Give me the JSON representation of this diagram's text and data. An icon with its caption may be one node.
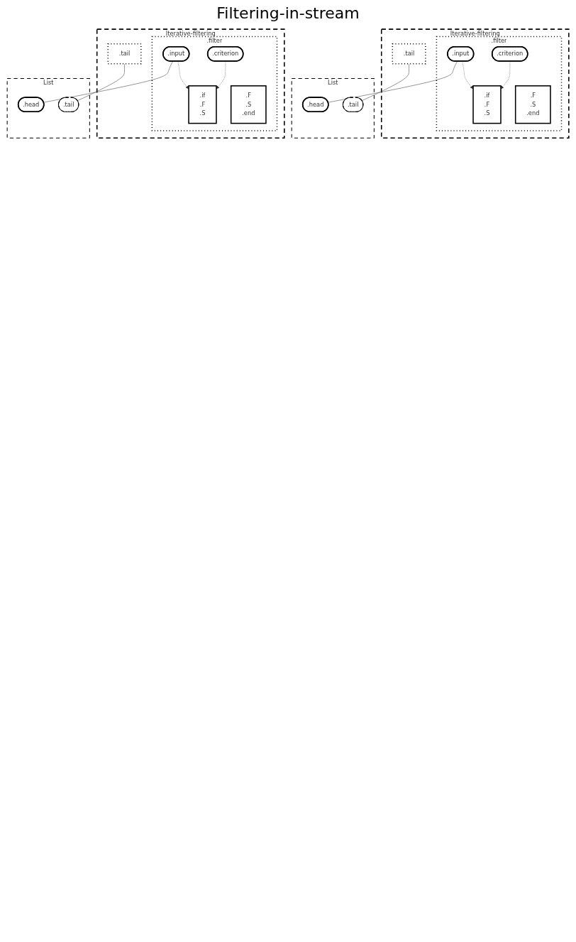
{
  "diagram": {
    "nodes": [
      {
        "text": [
          "Iterative-filtering"
        ]
      },
      {
        "text": [
          ".filter"
        ],
        "in": 0
      },
      {
        "text": [
          ".criterion"
        ],
        "in": 1
      },
      {
        "text": [
          ".input"
        ],
        "in": 1
      },
      {
        "text": [
          ".if",
          ".F",
          ".S"
        ],
        "in": 1
      },
      {
        "text": [
          ".F",
          ".S",
          ".end"
        ],
        "in": 1
      },
      {
        "text": [
          ".tail"
        ],
        "in": 0
      },
      {
        "text": [
          "List"
        ]
      },
      {
        "text": [
          ".head"
        ],
        "in": 7
      },
      {
        "text": [
          ".tail"
        ],
        "in": 7
      },
      {
        "text": [
          "Iterative-filtering"
        ]
      },
      {
        "text": [
          ".filter"
        ],
        "in": 10
      },
      {
        "text": [
          ".criterion"
        ],
        "in": 11
      },
      {
        "text": [
          ".input"
        ],
        "in": 11
      },
      {
        "text": [
          ".if",
          ".F",
          ".S"
        ],
        "in": 11
      },
      {
        "text": [
          ".F",
          ".S",
          ".end"
        ],
        "in": 11
      },
      {
        "text": [
          ".tail"
        ],
        "in": 10
      },
      {
        "text": [
          "List"
        ]
      },
      {
        "text": [
          ".head"
        ],
        "in": 17
      },
      {
        "text": [
          ".tail"
        ],
        "in": 17
      }
    ],
    "edges": [
      {
        "from": 2,
        "to": 4,
        "arrow": "to",
        "style": "dashed"
      },
      {
        "from": 3,
        "to": 4,
        "arrow": "to",
        "style": "dashed"
      },
      {
        "from": 3,
        "to": 8,
        "arrow": "none"
      },
      {
        "from": 6,
        "to": 9,
        "arrow": "none"
      },
      {
        "from": 12,
        "to": 14,
        "arrow": "to",
        "style": "dashed"
      },
      {
        "from": 13,
        "to": 14,
        "arrow": "to",
        "style": "dashed"
      },
      {
        "from": 13,
        "to": 18,
        "arrow": "none"
      },
      {
        "from": 16,
        "to": 19,
        "arrow": "none"
      }
    ],
    "labels": [
      "Filtering-in-stream"
    ]
  }
}
